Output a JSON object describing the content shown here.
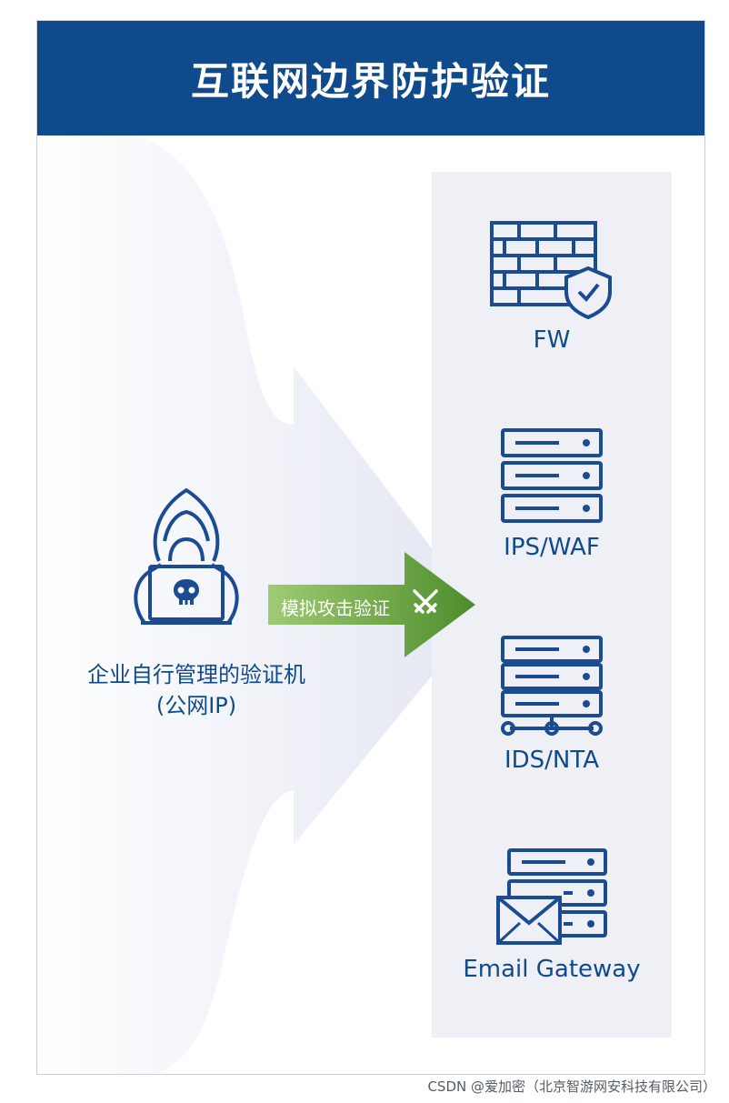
{
  "header": {
    "title": "互联网边界防护验证"
  },
  "attacker": {
    "label_line1": "企业自行管理的验证机",
    "label_line2": "(公网IP)"
  },
  "attack": {
    "label": "模拟攻击验证"
  },
  "devices": [
    {
      "label": "FW",
      "icon": "firewall-shield-icon"
    },
    {
      "label": "IPS/WAF",
      "icon": "server-stack-icon"
    },
    {
      "label": "IDS/NTA",
      "icon": "network-server-icon"
    },
    {
      "label": "Email Gateway",
      "icon": "mail-server-icon"
    }
  ],
  "watermark": "CSDN @爱加密（北京智游网安科技有限公司）",
  "colors": {
    "header": "#0e4a8c",
    "icon_blue": "#1a4b93",
    "panel": "#eef0f6",
    "arrow_green": "#5f9e38"
  }
}
